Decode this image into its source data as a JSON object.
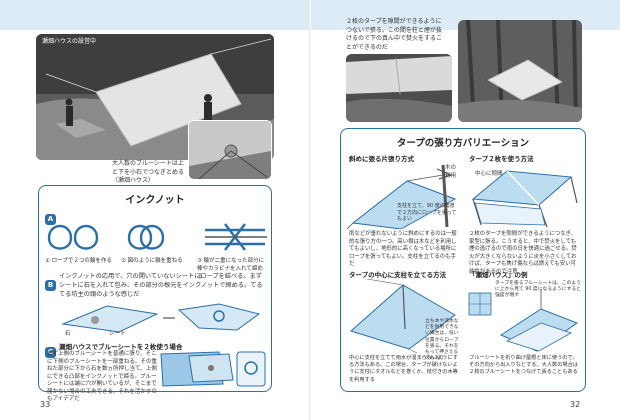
{
  "left_page": {
    "photo_caption_top": "瀬畑ハウスの設営中",
    "inset_caption": "大人数のブルーシートは上と下を小石でつなぎとめる（瀬畑ハウス）",
    "knot_box": {
      "title": "インクノット",
      "section_a": {
        "badge": "A",
        "steps": [
          "① ロープで２つの輪を作る",
          "② 図のように輪を重ねる",
          "③ 輪が二重になった部分に棒やカラビナを入れて締める"
        ]
      },
      "section_b": {
        "badge": "B",
        "text": "インクノットの応用で、穴の開いていないシートにロープを結べる。まずシートに石を入れて包み、その部分の根元をインクノットで締める。てるてる坊主の頭のような感じだ",
        "labels": [
          "石",
          "シート"
        ]
      },
      "section_c": {
        "badge": "C",
        "heading": "瀬畑ハウスでブルーシートを２枚使う場合",
        "text": "まず上側のブルーシートを普通に張り、そこに下側のブルーシートを一部重ねる。その重ねた部分に下から石を数ヵ所押し当て、上側にできる凸部をインクノットで締る。ブルーシートには端に穴が開いているが、そこまで届かない場合の工夫できる。それを活かすのもアイデアだ"
      }
    },
    "page_number": "33"
  },
  "right_page": {
    "intro_text": "２枚のタープを隙間ができるようにつないで張る。この間を柱と煙が抜けるので下の真ん中で焚火をすることができるのだ",
    "variation_box": {
      "title": "タープの張り方バリエーション",
      "left_heading": "斜めに張る片張り方式",
      "right_heading": "タープ２枚を使う方法",
      "left_label_tree": "木の利用",
      "left_label_pole": "支柱を立て、90 度の角度で２方向にロープを張ってもよい",
      "left_text": "雨などが垂れないように斜めにするのは一般的な張り方の一つ。高い樹は木などを利用してもよいし、地形的に高くなっている場所にロープを張ってもよい。支柱を立てるのも手だ",
      "right_label_center": "中心に隙間",
      "right_text": "２枚のタープを隙間ができるようにつなぎ、家型に張る。こうすると、中で焚火をしても煙の逃げるので雨の日を快適に過ごせる。焚火が大きくならないように炎を小さくしておけば、タープも焦げ傷ならば燃えても安い可能性があるので注意",
      "center_heading": "タープの中心に支柱を立てる方法",
      "center_label_a": "立ち木や流木などを利用できない場合は、低い位置からロープを張る。それをもって押さえるのもあり",
      "center_text": "中心に支柱を立てて雨水が溜まらないようにする方法もある。この場合、タープが破けないように支柱にタオルなどを巻くか、枝付きの木等を利用する",
      "seihata_heading": "「瀬畑ハウス」の例",
      "seihata_label": "タープを張るブルーシートは、このように上から見て 90 度になるようにすると強度が増す",
      "seihata_text": "ブルーシートを折り曲げ屋根と床に使うので、その方向から出入りなどする。大人数の場合は２枚のブルーシートをつなげて張ることもある"
    },
    "page_number": "32"
  },
  "colors": {
    "accent": "#2a6fa8",
    "band": "#dcebf5",
    "tarp": "#bcdcf0"
  }
}
